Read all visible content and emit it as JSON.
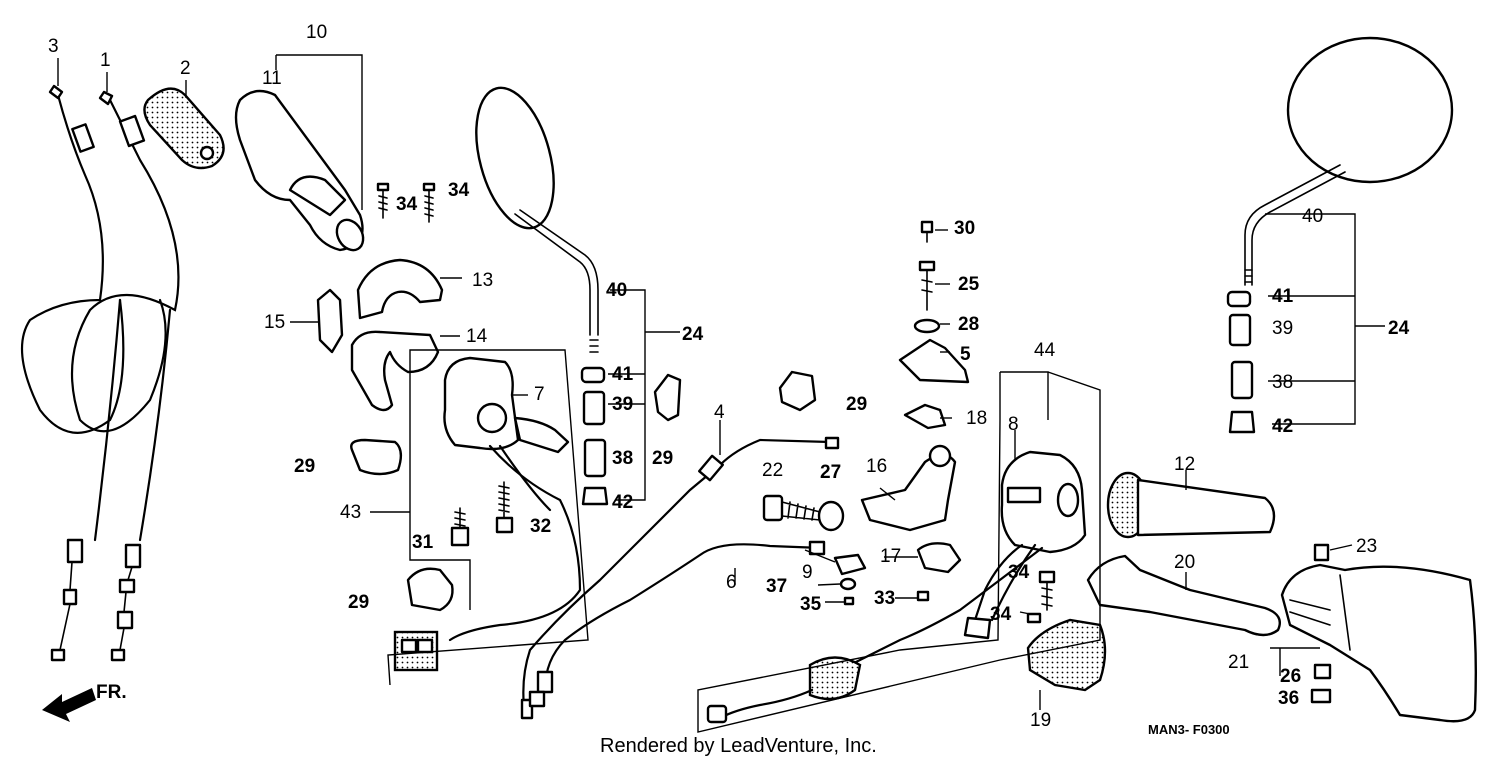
{
  "diagram": {
    "callouts": [
      {
        "key": "c1",
        "text": "1",
        "bold": false
      },
      {
        "key": "c2",
        "text": "2",
        "bold": false
      },
      {
        "key": "c3",
        "text": "3",
        "bold": false
      },
      {
        "key": "c4",
        "text": "4",
        "bold": false
      },
      {
        "key": "c5",
        "text": "5",
        "bold": true
      },
      {
        "key": "c6",
        "text": "6",
        "bold": false
      },
      {
        "key": "c7",
        "text": "7",
        "bold": false
      },
      {
        "key": "c8",
        "text": "8",
        "bold": false
      },
      {
        "key": "c9",
        "text": "9",
        "bold": false
      },
      {
        "key": "c10",
        "text": "10",
        "bold": false
      },
      {
        "key": "c11",
        "text": "11",
        "bold": false
      },
      {
        "key": "c12",
        "text": "12",
        "bold": false
      },
      {
        "key": "c13",
        "text": "13",
        "bold": false
      },
      {
        "key": "c14",
        "text": "14",
        "bold": false
      },
      {
        "key": "c15",
        "text": "15",
        "bold": false
      },
      {
        "key": "c16",
        "text": "16",
        "bold": false
      },
      {
        "key": "c17",
        "text": "17",
        "bold": false
      },
      {
        "key": "c18",
        "text": "18",
        "bold": false
      },
      {
        "key": "c19",
        "text": "19",
        "bold": false
      },
      {
        "key": "c20",
        "text": "20",
        "bold": false
      },
      {
        "key": "c21",
        "text": "21",
        "bold": false
      },
      {
        "key": "c22",
        "text": "22",
        "bold": false
      },
      {
        "key": "c23",
        "text": "23",
        "bold": false
      },
      {
        "key": "c24a",
        "text": "24",
        "bold": true
      },
      {
        "key": "c24b",
        "text": "24",
        "bold": true
      },
      {
        "key": "c25",
        "text": "25",
        "bold": true
      },
      {
        "key": "c26",
        "text": "26",
        "bold": true
      },
      {
        "key": "c27",
        "text": "27",
        "bold": true
      },
      {
        "key": "c28",
        "text": "28",
        "bold": true
      },
      {
        "key": "c29a",
        "text": "29",
        "bold": true
      },
      {
        "key": "c29b",
        "text": "29",
        "bold": true
      },
      {
        "key": "c29c",
        "text": "29",
        "bold": true
      },
      {
        "key": "c29d",
        "text": "29",
        "bold": true
      },
      {
        "key": "c30",
        "text": "30",
        "bold": true
      },
      {
        "key": "c31",
        "text": "31",
        "bold": true
      },
      {
        "key": "c32",
        "text": "32",
        "bold": true
      },
      {
        "key": "c33",
        "text": "33",
        "bold": true
      },
      {
        "key": "c34a",
        "text": "34",
        "bold": true
      },
      {
        "key": "c34b",
        "text": "34",
        "bold": true
      },
      {
        "key": "c34c",
        "text": "34",
        "bold": true
      },
      {
        "key": "c34d",
        "text": "34",
        "bold": true
      },
      {
        "key": "c35",
        "text": "35",
        "bold": true
      },
      {
        "key": "c36",
        "text": "36",
        "bold": true
      },
      {
        "key": "c37",
        "text": "37",
        "bold": true
      },
      {
        "key": "c38a",
        "text": "38",
        "bold": true
      },
      {
        "key": "c38b",
        "text": "38",
        "bold": false
      },
      {
        "key": "c39a",
        "text": "39",
        "bold": true
      },
      {
        "key": "c39b",
        "text": "39",
        "bold": false
      },
      {
        "key": "c40a",
        "text": "40",
        "bold": true
      },
      {
        "key": "c40b",
        "text": "40",
        "bold": false
      },
      {
        "key": "c41a",
        "text": "41",
        "bold": true
      },
      {
        "key": "c41b",
        "text": "41",
        "bold": true
      },
      {
        "key": "c42a",
        "text": "42",
        "bold": true
      },
      {
        "key": "c42b",
        "text": "42",
        "bold": true
      },
      {
        "key": "c43",
        "text": "43",
        "bold": false
      },
      {
        "key": "c44",
        "text": "44",
        "bold": false
      }
    ],
    "direction_label": "FR.",
    "diagram_code": "MAN3- F0300",
    "credit": "Rendered by LeadVenture, Inc."
  }
}
